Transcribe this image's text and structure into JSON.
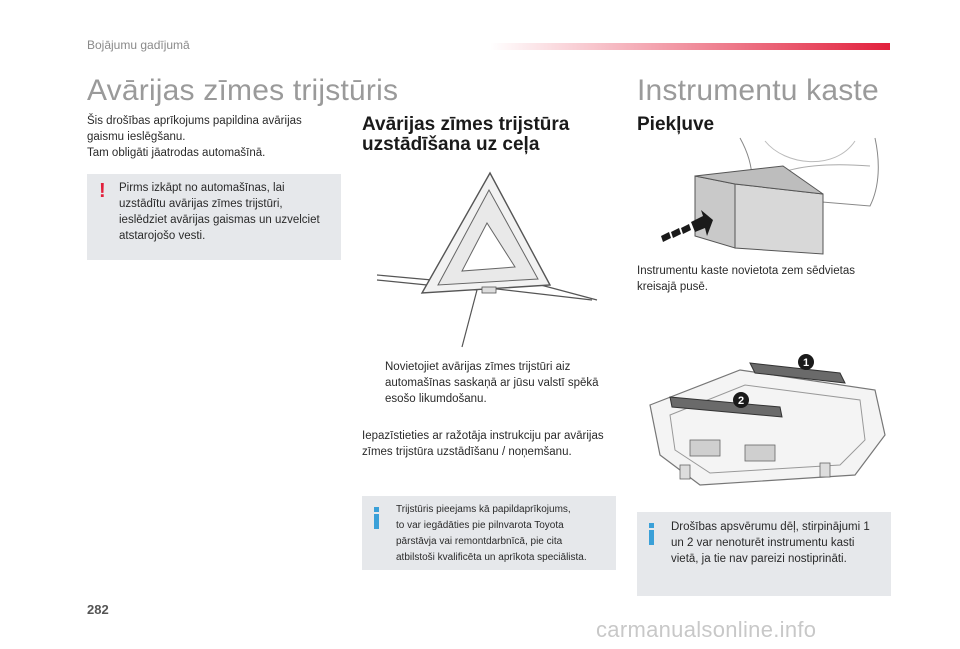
{
  "header": {
    "section": "Bojājumu gadījumā"
  },
  "left": {
    "title": "Avārijas zīmes trijstūris",
    "intro": [
      "Šis drošības aprīkojums papildina avārijas",
      "gaismu ieslēgšanu.",
      "Tam obligāti jāatrodas automašīnā."
    ],
    "warning": [
      "Pirms izkāpt no automašīnas, lai",
      "uzstādītu avārijas zīmes trijstūri,",
      "ieslēdziet avārijas gaismas un uzvelciet",
      "atstarojošo vesti."
    ],
    "warning_icon": "!"
  },
  "middle": {
    "heading": [
      "Avārijas zīmes trijstūra",
      "uzstādīšana uz ceļa"
    ],
    "bullet_icon": "",
    "bullet_text": [
      "Novietojiet avārijas zīmes trijstūri aiz",
      "automašīnas saskaņā ar jūsu valstī spēkā",
      "esošo likumdošanu."
    ],
    "instructions": [
      "Iepazīstieties ar ražotāja instrukciju par avārijas",
      "zīmes trijstūra uzstādīšanu / noņemšanu."
    ],
    "info": [
      "Trijstūris pieejams kā papildaprīkojums,",
      "to var iegādāties pie pilnvarota Toyota",
      "pārstāvja vai remontdarbnīcā, pie cita",
      "atbilstoši kvalificēta un aprīkota speciālista."
    ]
  },
  "right": {
    "title": "Instrumentu kaste",
    "heading": "Piekļuve",
    "caption": [
      "Instrumentu kaste novietota zem sēdvietas",
      "kreisajā pusē."
    ],
    "markers": [
      "1",
      "2"
    ],
    "info": [
      "Drošības apsvērumu dēļ, stirpinājumi 1",
      "un 2 var nenoturēt instrumentu kasti",
      "vietā, ja tie nav pareizi nostiprināti."
    ]
  },
  "footer": {
    "page_number": "282",
    "watermark": "carmanualsonline.info"
  },
  "colors": {
    "accent_red": "#e2203c",
    "info_blue": "#3aa0d8",
    "box_gray": "#e6e8eb",
    "title_gray": "#9a9a9a"
  }
}
